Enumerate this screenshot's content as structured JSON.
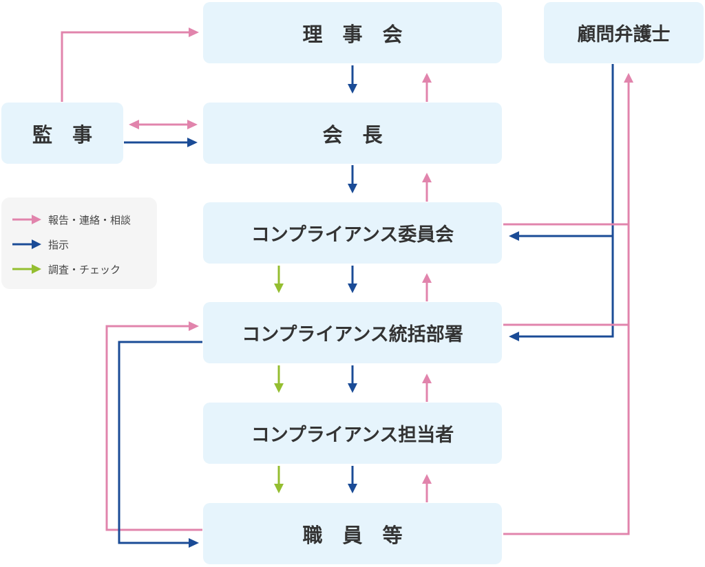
{
  "nodes": {
    "board": "理　事　会",
    "counsel": "顧問弁護士",
    "auditor": "監　事",
    "president": "会　長",
    "committee": "コンプライアンス委員会",
    "department": "コンプライアンス統括部署",
    "officer": "コンプライアンス担当者",
    "staff": "職　員　等"
  },
  "legend": {
    "report": "報告・連絡・相談",
    "instruction": "指示",
    "investigation": "調査・チェック"
  },
  "colors": {
    "report": "#e184ac",
    "instruction": "#1a4b96",
    "investigation": "#94be30",
    "box": "#e6f4fc",
    "legend_bg": "#f5f5f5",
    "text": "#333333"
  }
}
